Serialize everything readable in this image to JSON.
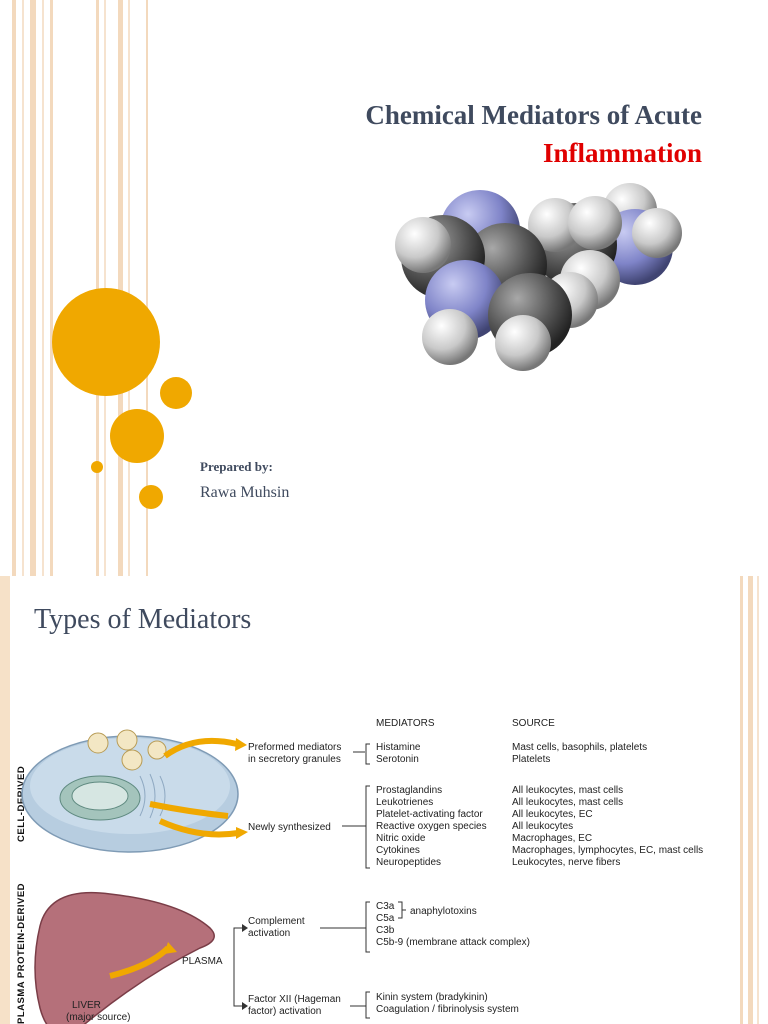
{
  "slide1": {
    "title_line1": "Chemical Mediators of Acute",
    "title_line2": "Inflammation",
    "prepared_by_label": "Prepared by:",
    "author": "Rawa Muhsin",
    "colors": {
      "accent_circles": "#f0a800",
      "title": "#3f4a5e",
      "highlight": "#e00000"
    }
  },
  "slide2": {
    "title": "Types of Mediators",
    "headers": {
      "mediators": "MEDIATORS",
      "source": "SOURCE"
    },
    "cell_label": "CELL-DERIVED",
    "plasma_label": "PLASMA PROTEIN-DERIVED",
    "preformed_label_1": "Preformed mediators",
    "preformed_label_2": "in secretory granules",
    "preformed": [
      {
        "mediator": "Histamine",
        "source": "Mast cells, basophils, platelets"
      },
      {
        "mediator": "Serotonin",
        "source": "Platelets"
      }
    ],
    "newly_label": "Newly synthesized",
    "newly": [
      {
        "mediator": "Prostaglandins",
        "source": "All leukocytes, mast cells"
      },
      {
        "mediator": "Leukotrienes",
        "source": "All leukocytes, mast cells"
      },
      {
        "mediator": "Platelet-activating factor",
        "source": "All leukocytes, EC"
      },
      {
        "mediator": "Reactive oxygen species",
        "source": "All leukocytes"
      },
      {
        "mediator": "Nitric oxide",
        "source": "Macrophages, EC"
      },
      {
        "mediator": "Cytokines",
        "source": "Macrophages, lymphocytes, EC, mast cells"
      },
      {
        "mediator": "Neuropeptides",
        "source": "Leukocytes, nerve fibers"
      }
    ],
    "plasma_word": "PLASMA",
    "complement_label_1": "Complement",
    "complement_label_2": "activation",
    "complement": [
      "C3a",
      "C5a",
      "C3b",
      "C5b-9 (membrane attack complex)"
    ],
    "anaphylotoxins": "anaphylotoxins",
    "factor_label_1": "Factor XII (Hageman",
    "factor_label_2": "factor) activation",
    "factor": [
      "Kinin system (bradykinin)",
      "Coagulation / fibrinolysis system"
    ],
    "liver_label_1": "LIVER",
    "liver_label_2": "(major source)"
  }
}
